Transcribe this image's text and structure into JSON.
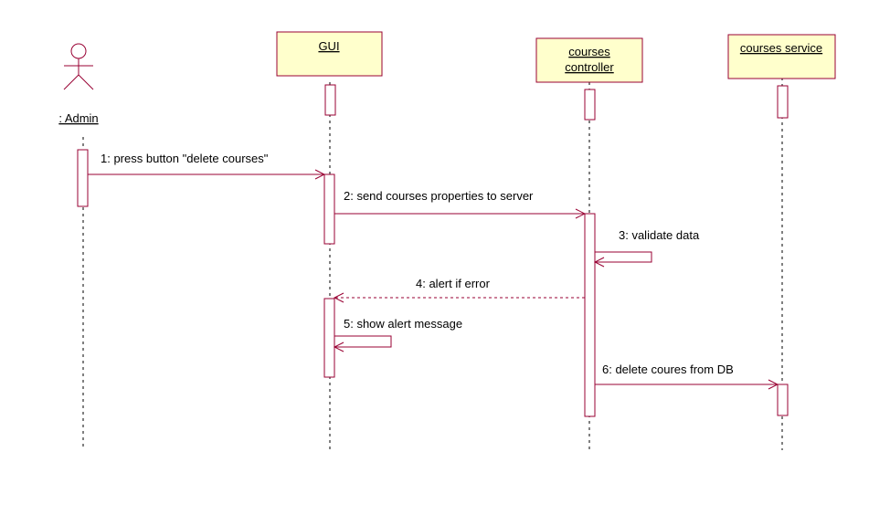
{
  "colors": {
    "line": "#990033",
    "participant_fill": "#ffffcc",
    "activation_fill": "#ffffff",
    "lifeline": "#000000"
  },
  "actor": {
    "name": ": Admin",
    "icon": "stick-figure-actor-icon"
  },
  "participants": [
    {
      "name": "GUI"
    },
    {
      "name_line1": "courses",
      "name_line2": "controller"
    },
    {
      "name": "courses service"
    }
  ],
  "messages": [
    {
      "label": "1: press button \"delete courses\"",
      "kind": "synchronous call"
    },
    {
      "label": "2: send courses properties to server",
      "kind": "synchronous call"
    },
    {
      "label": "3: validate data",
      "kind": "self call"
    },
    {
      "label": "4: alert if error",
      "kind": "return (dashed)"
    },
    {
      "label": "5: show alert message",
      "kind": "self call"
    },
    {
      "label": "6: delete coures  from DB",
      "kind": "synchronous call"
    }
  ]
}
